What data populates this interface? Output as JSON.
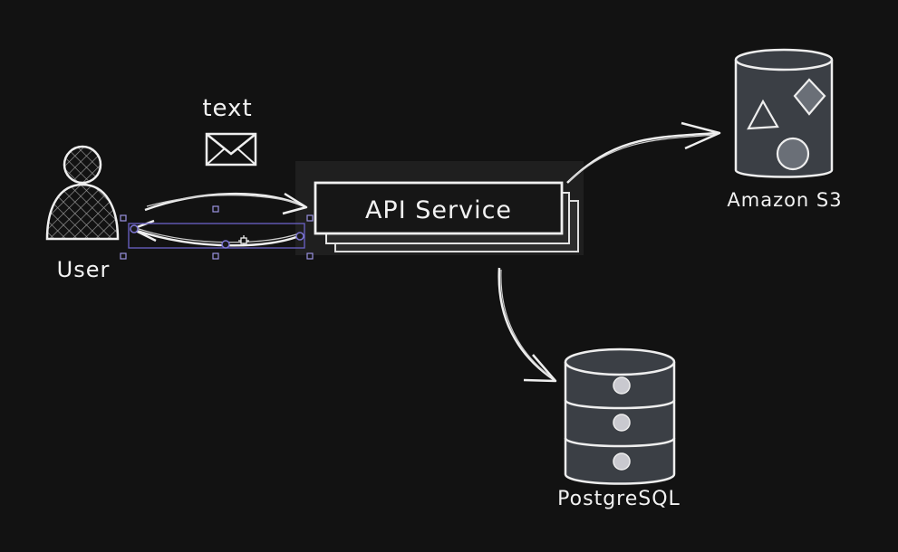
{
  "theme": {
    "background": "#121212",
    "stroke": "#eeeeee",
    "fill_dark": "#3b3f45",
    "fill_light": "#c9c9cf",
    "selection": "#6c63c8"
  },
  "nodes": {
    "user": {
      "label": "User",
      "icon": "user-icon"
    },
    "api": {
      "label": "API Service",
      "icon": "stacked-box"
    },
    "s3": {
      "label": "Amazon S3",
      "icon": "bucket-icon"
    },
    "postgres": {
      "label": "PostgreSQL",
      "icon": "database-icon"
    },
    "message": {
      "label": "text",
      "icon": "envelope-icon"
    }
  },
  "edges": [
    {
      "from": "user",
      "to": "api"
    },
    {
      "from": "api",
      "to": "user",
      "selected": true
    },
    {
      "from": "api",
      "to": "s3"
    },
    {
      "from": "api",
      "to": "postgres"
    }
  ]
}
